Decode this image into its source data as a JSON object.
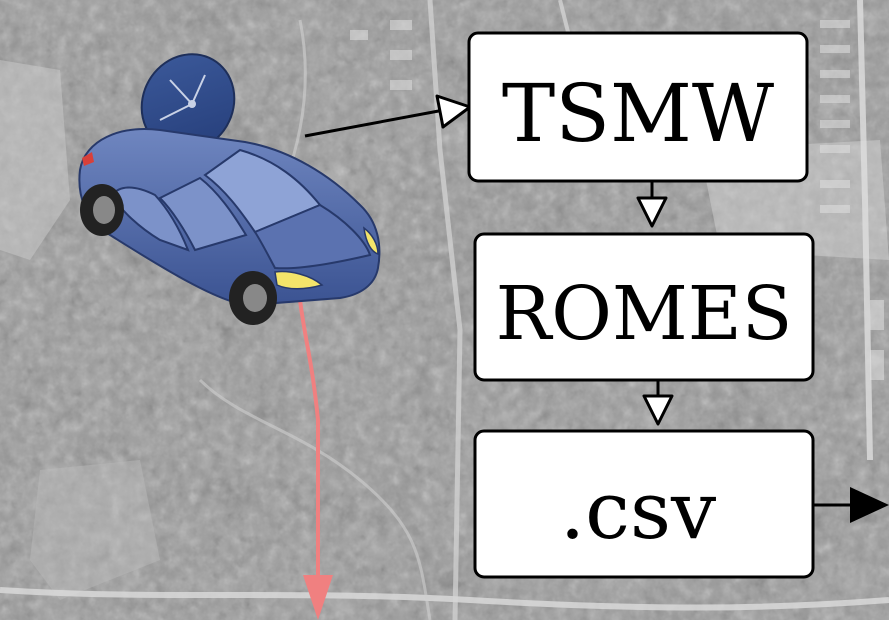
{
  "pipeline": {
    "step1": "TSMW",
    "step2": "ROMES",
    "step3": ".csv"
  },
  "colors": {
    "car_body": "#4a64a3",
    "route": "#f08080",
    "box_fill": "#ffffff",
    "box_stroke": "#000000",
    "map_base": "#9c9c9c"
  },
  "icons": {
    "vehicle": "car-with-satellite-dish-icon"
  }
}
